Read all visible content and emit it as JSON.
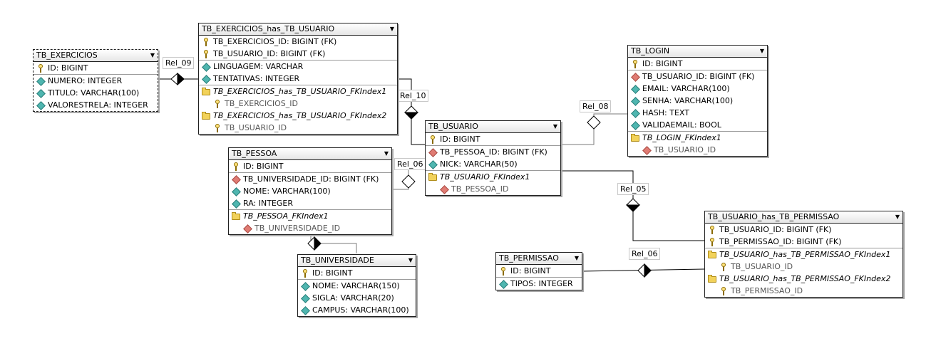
{
  "tables": {
    "exercicios": {
      "name": "TB_EXERCICIOS",
      "columns": [
        "ID: BIGINT",
        "NUMERO: INTEGER",
        "TITULO: VARCHAR(100)",
        "VALORESTRELA: INTEGER"
      ]
    },
    "ex_has_usuario": {
      "name": "TB_EXERCICIOS_has_TB_USUARIO",
      "keys": [
        "TB_EXERCICIOS_ID: BIGINT (FK)",
        "TB_USUARIO_ID: BIGINT (FK)"
      ],
      "columns": [
        "LINGUAGEM: VARCHAR",
        "TENTATIVAS: INTEGER"
      ],
      "indexes": [
        {
          "name": "TB_EXERCICIOS_has_TB_USUARIO_FKIndex1",
          "col": "TB_EXERCICIOS_ID"
        },
        {
          "name": "TB_EXERCICIOS_has_TB_USUARIO_FKIndex2",
          "col": "TB_USUARIO_ID"
        }
      ]
    },
    "login": {
      "name": "TB_LOGIN",
      "columns": [
        "ID: BIGINT",
        "TB_USUARIO_ID: BIGINT (FK)",
        "EMAIL: VARCHAR(100)",
        "SENHA: VARCHAR(100)",
        "HASH: TEXT",
        "VALIDAEMAIL: BOOL"
      ],
      "index": {
        "name": "TB_LOGIN_FKIndex1",
        "col": "TB_USUARIO_ID"
      }
    },
    "usuario": {
      "name": "TB_USUARIO",
      "columns": [
        "ID: BIGINT",
        "TB_PESSOA_ID: BIGINT (FK)",
        "NICK: VARCHAR(50)"
      ],
      "index": {
        "name": "TB_USUARIO_FKIndex1",
        "col": "TB_PESSOA_ID"
      }
    },
    "pessoa": {
      "name": "TB_PESSOA",
      "columns": [
        "ID: BIGINT",
        "TB_UNIVERSIDADE_ID: BIGINT (FK)",
        "NOME: VARCHAR(100)",
        "RA: INTEGER"
      ],
      "index": {
        "name": "TB_PESSOA_FKIndex1",
        "col": "TB_UNIVERSIDADE_ID"
      }
    },
    "universidade": {
      "name": "TB_UNIVERSIDADE",
      "columns": [
        "ID: BIGINT",
        "NOME: VARCHAR(150)",
        "SIGLA: VARCHAR(20)",
        "CAMPUS: VARCHAR(100)"
      ]
    },
    "permissao": {
      "name": "TB_PERMISSAO",
      "columns": [
        "ID: BIGINT",
        "TIPOS: INTEGER"
      ]
    },
    "usuario_has_permissao": {
      "name": "TB_USUARIO_has_TB_PERMISSAO",
      "keys": [
        "TB_USUARIO_ID: BIGINT (FK)",
        "TB_PERMISSAO_ID: BIGINT (FK)"
      ],
      "indexes": [
        {
          "name": "TB_USUARIO_has_TB_PERMISSAO_FKIndex1",
          "col": "TB_USUARIO_ID"
        },
        {
          "name": "TB_USUARIO_has_TB_PERMISSAO_FKIndex2",
          "col": "TB_PERMISSAO_ID"
        }
      ]
    }
  },
  "relations": {
    "rel_09": "Rel_09",
    "rel_10": "Rel_10",
    "rel_08": "Rel_08",
    "rel_06a": "Rel_06",
    "rel_05": "Rel_05",
    "rel_06b": "Rel_06"
  },
  "colors": {
    "line": "#000000",
    "label_border": "#c8c8c8",
    "table_border": "#202020"
  }
}
